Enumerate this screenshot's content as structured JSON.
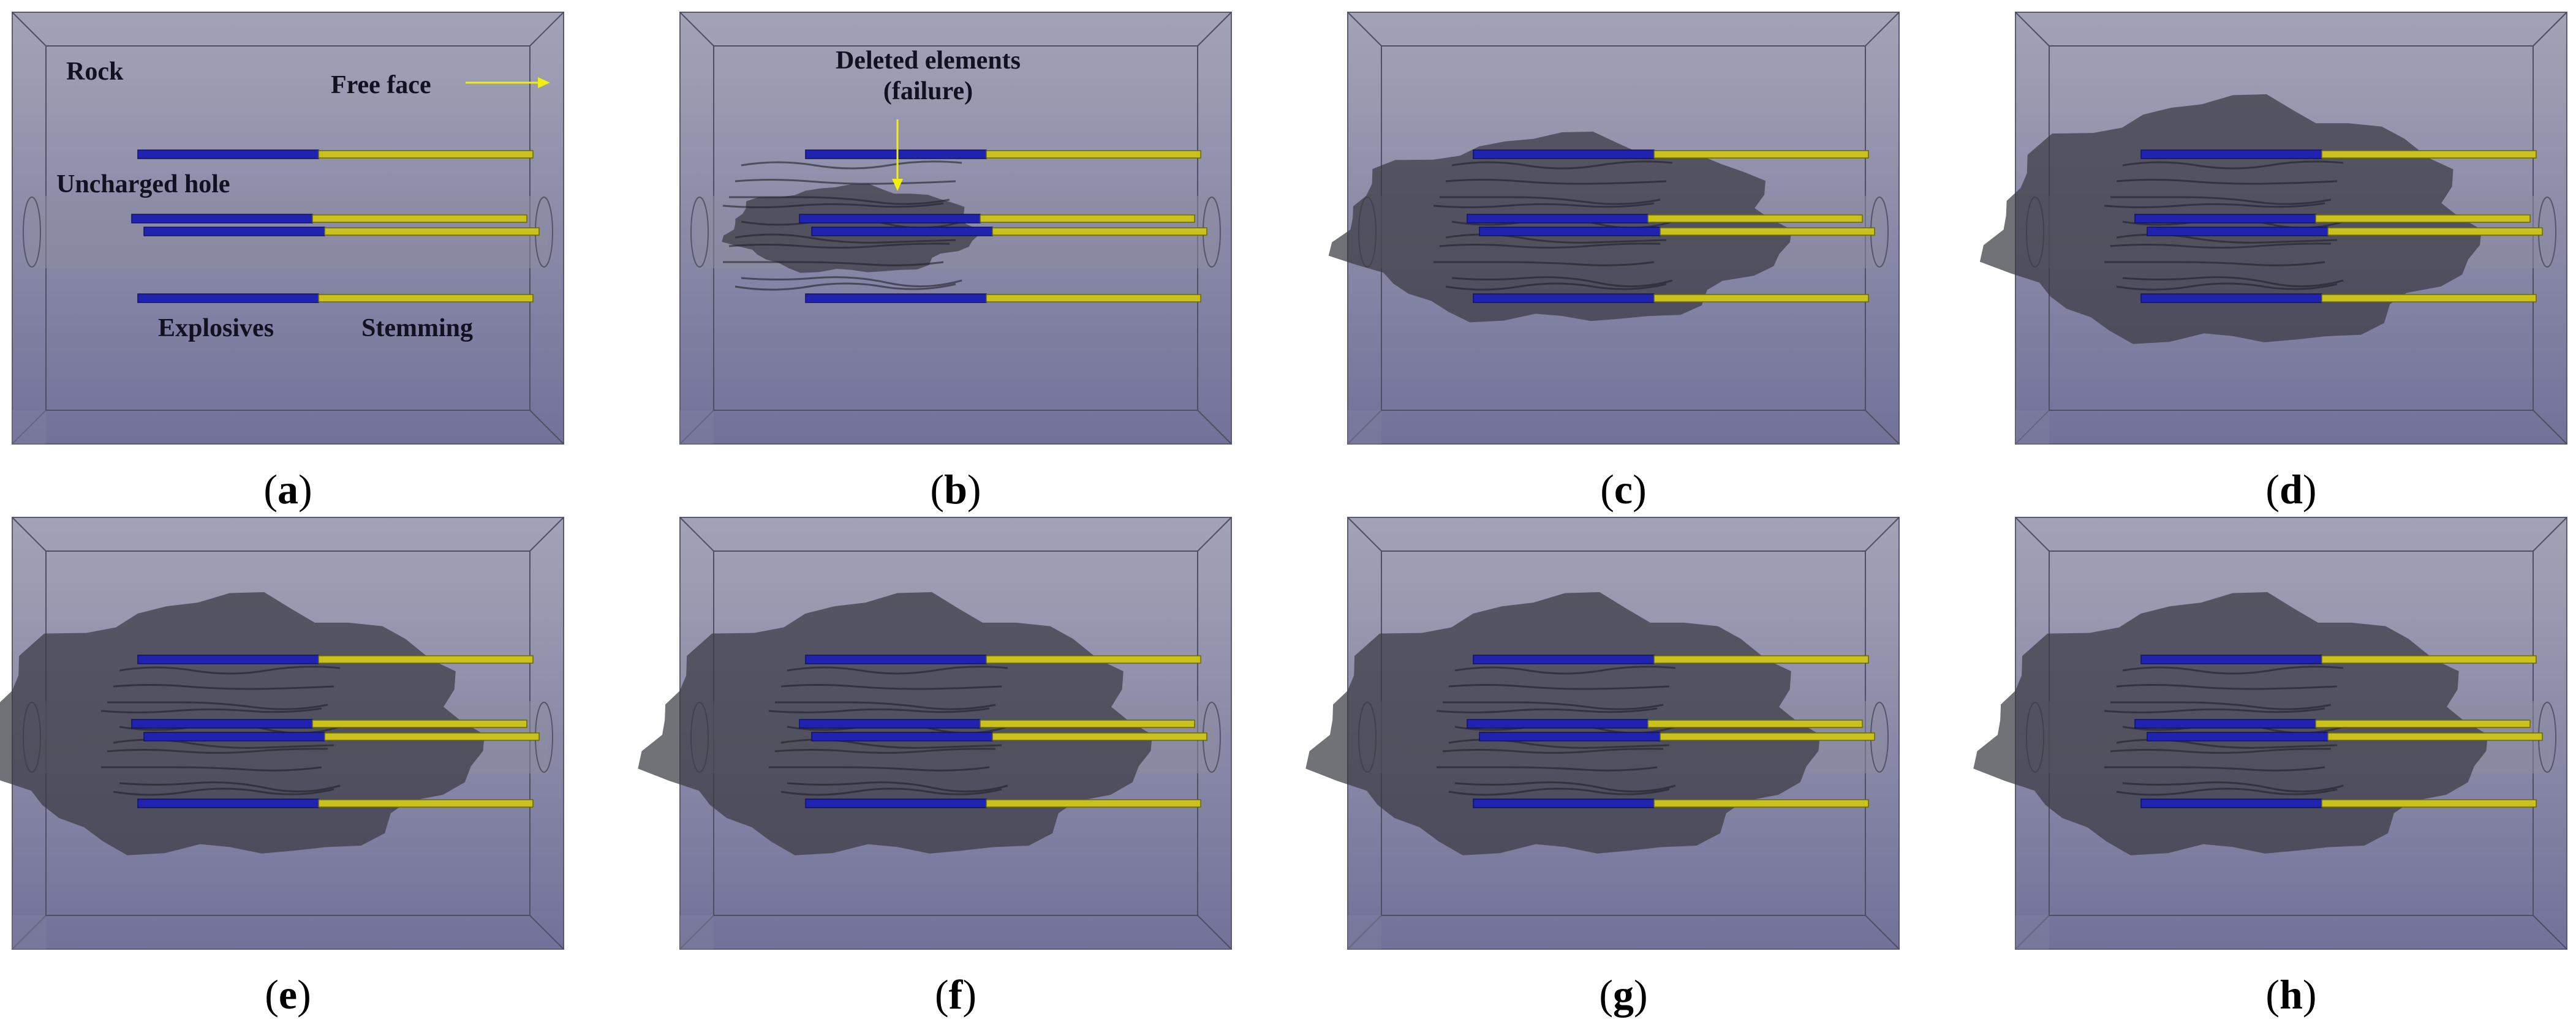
{
  "panels": [
    {
      "caption": "a",
      "stage": 0
    },
    {
      "caption": "b",
      "stage": 1
    },
    {
      "caption": "c",
      "stage": 2
    },
    {
      "caption": "d",
      "stage": 3
    },
    {
      "caption": "e",
      "stage": 4
    },
    {
      "caption": "f",
      "stage": 4
    },
    {
      "caption": "g",
      "stage": 4
    },
    {
      "caption": "h",
      "stage": 4
    }
  ],
  "annotations": {
    "rock": "Rock",
    "free_face": "Free face",
    "uncharged_hole": "Uncharged hole",
    "explosives": "Explosives",
    "stemming": "Stemming",
    "deleted_elements_1": "Deleted elements",
    "deleted_elements_2": "(failure)"
  },
  "colors": {
    "rock_block": "#8f8fa6",
    "explosives": "#1f23b0",
    "stemming": "#c9c21e",
    "damage": "#3a3a44",
    "arrow": "#f2ee10"
  }
}
